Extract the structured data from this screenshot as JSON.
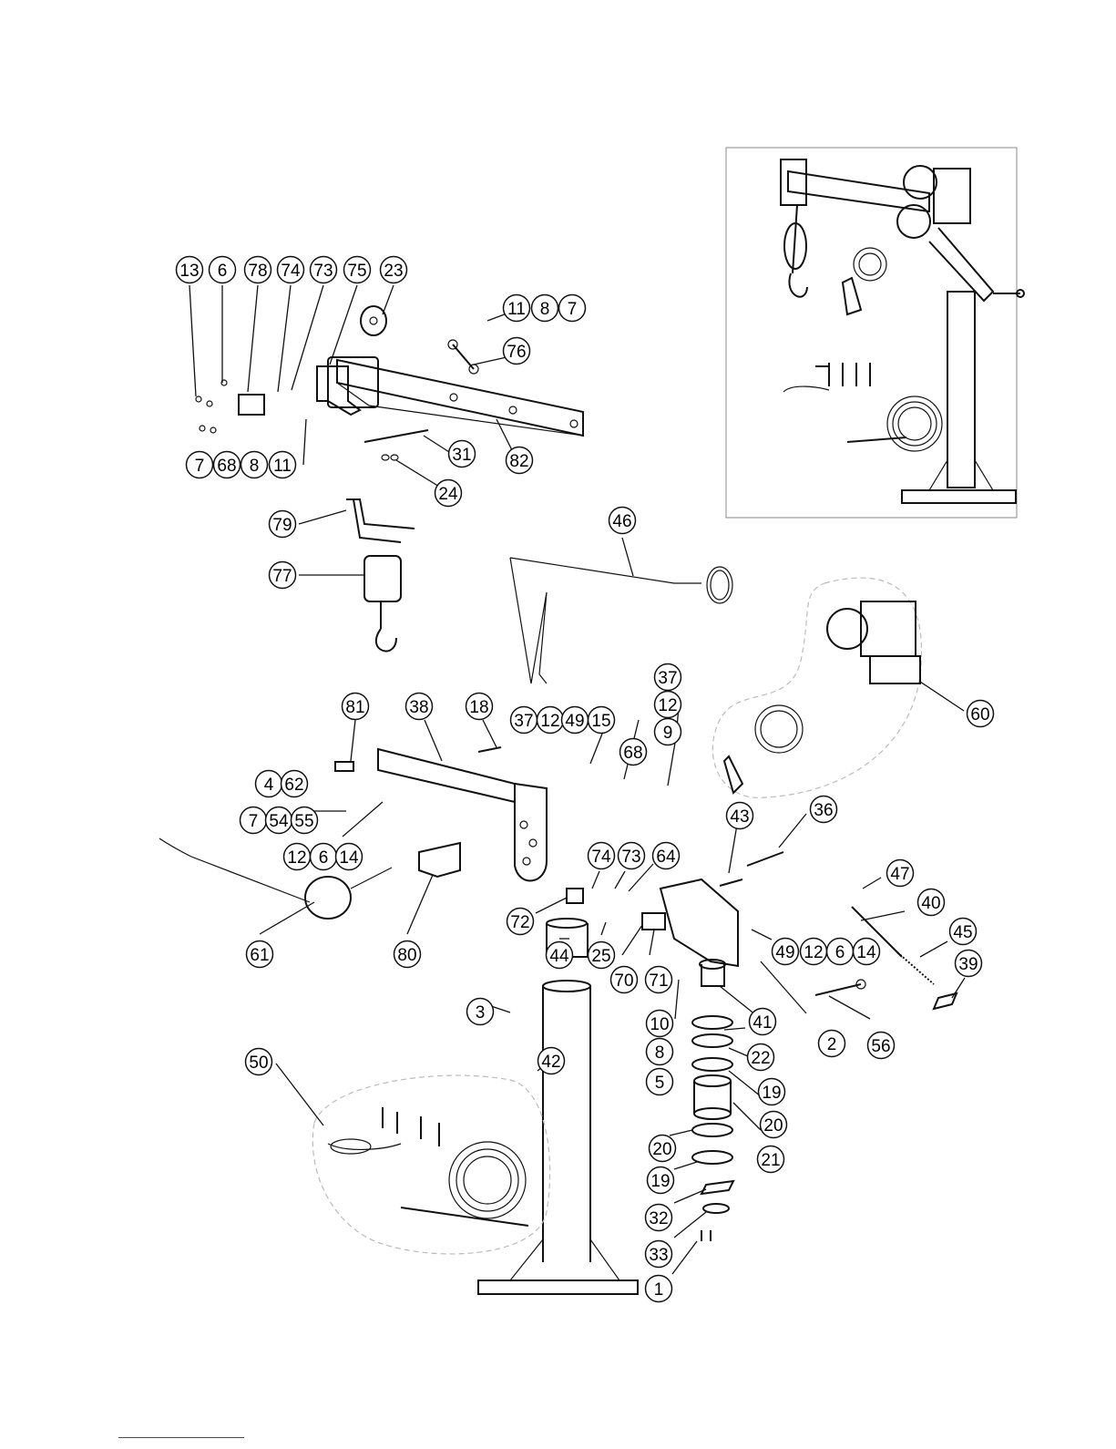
{
  "diagram": {
    "callouts": [
      {
        "id": "c1",
        "label": "13"
      },
      {
        "id": "c2",
        "label": "6"
      },
      {
        "id": "c3",
        "label": "78"
      },
      {
        "id": "c4",
        "label": "74"
      },
      {
        "id": "c5",
        "label": "73"
      },
      {
        "id": "c6",
        "label": "75"
      },
      {
        "id": "c7",
        "label": "23"
      },
      {
        "id": "c8",
        "label": "11"
      },
      {
        "id": "c9",
        "label": "8"
      },
      {
        "id": "c10",
        "label": "7"
      },
      {
        "id": "c11",
        "label": "76"
      },
      {
        "id": "c12",
        "label": "7"
      },
      {
        "id": "c13",
        "label": "68"
      },
      {
        "id": "c14",
        "label": "8"
      },
      {
        "id": "c15",
        "label": "11"
      },
      {
        "id": "c16",
        "label": "31"
      },
      {
        "id": "c17",
        "label": "82"
      },
      {
        "id": "c18",
        "label": "24"
      },
      {
        "id": "c19",
        "label": "79"
      },
      {
        "id": "c20",
        "label": "77"
      },
      {
        "id": "c21",
        "label": "46"
      },
      {
        "id": "c22",
        "label": "60"
      },
      {
        "id": "c23",
        "label": "37"
      },
      {
        "id": "c24",
        "label": "12"
      },
      {
        "id": "c25",
        "label": "9"
      },
      {
        "id": "c26",
        "label": "81"
      },
      {
        "id": "c27",
        "label": "38"
      },
      {
        "id": "c28",
        "label": "18"
      },
      {
        "id": "c29",
        "label": "37"
      },
      {
        "id": "c30",
        "label": "12"
      },
      {
        "id": "c31",
        "label": "49"
      },
      {
        "id": "c32",
        "label": "15"
      },
      {
        "id": "c33",
        "label": "68"
      },
      {
        "id": "c34",
        "label": "4"
      },
      {
        "id": "c35",
        "label": "62"
      },
      {
        "id": "c36",
        "label": "7"
      },
      {
        "id": "c37",
        "label": "54"
      },
      {
        "id": "c38",
        "label": "55"
      },
      {
        "id": "c39",
        "label": "12"
      },
      {
        "id": "c40",
        "label": "6"
      },
      {
        "id": "c41",
        "label": "14"
      },
      {
        "id": "c42",
        "label": "43"
      },
      {
        "id": "c43",
        "label": "36"
      },
      {
        "id": "c44",
        "label": "47"
      },
      {
        "id": "c45",
        "label": "74"
      },
      {
        "id": "c46",
        "label": "73"
      },
      {
        "id": "c47",
        "label": "64"
      },
      {
        "id": "c48",
        "label": "40"
      },
      {
        "id": "c49",
        "label": "72"
      },
      {
        "id": "c50",
        "label": "45"
      },
      {
        "id": "c51",
        "label": "39"
      },
      {
        "id": "c52",
        "label": "61"
      },
      {
        "id": "c53",
        "label": "80"
      },
      {
        "id": "c54",
        "label": "44"
      },
      {
        "id": "c55",
        "label": "25"
      },
      {
        "id": "c56",
        "label": "70"
      },
      {
        "id": "c57",
        "label": "71"
      },
      {
        "id": "c58",
        "label": "49"
      },
      {
        "id": "c59",
        "label": "12"
      },
      {
        "id": "c60",
        "label": "6"
      },
      {
        "id": "c61",
        "label": "14"
      },
      {
        "id": "c62",
        "label": "3"
      },
      {
        "id": "c63",
        "label": "10"
      },
      {
        "id": "c64",
        "label": "41"
      },
      {
        "id": "c65",
        "label": "2"
      },
      {
        "id": "c66",
        "label": "56"
      },
      {
        "id": "c67",
        "label": "8"
      },
      {
        "id": "c68",
        "label": "22"
      },
      {
        "id": "c69",
        "label": "5"
      },
      {
        "id": "c70",
        "label": "19"
      },
      {
        "id": "c71",
        "label": "42"
      },
      {
        "id": "c72",
        "label": "20"
      },
      {
        "id": "c73",
        "label": "50"
      },
      {
        "id": "c74",
        "label": "21"
      },
      {
        "id": "c75",
        "label": "20"
      },
      {
        "id": "c76",
        "label": "19"
      },
      {
        "id": "c77",
        "label": "32"
      },
      {
        "id": "c78",
        "label": "33"
      },
      {
        "id": "c79",
        "label": "1"
      }
    ]
  }
}
